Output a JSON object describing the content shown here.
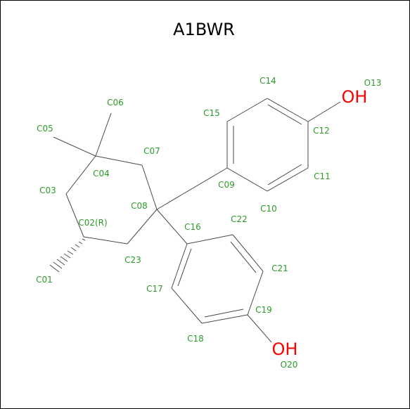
{
  "title": "A1BWR",
  "colors": {
    "carbon_label": "#2b9a2b",
    "hetero_label": "#ff0000",
    "bond": "#4a4a4a"
  },
  "atom_labels": {
    "C01": "C01",
    "C02": "C02(R)",
    "C03": "C03",
    "C04": "C04",
    "C05": "C05",
    "C06": "C06",
    "C07": "C07",
    "C08": "C08",
    "C09": "C09",
    "C10": "C10",
    "C11": "C11",
    "C12": "C12",
    "O13": "O13",
    "C14": "C14",
    "C15": "C15",
    "C16": "C16",
    "C17": "C17",
    "C18": "C18",
    "C19": "C19",
    "O20": "O20",
    "C21": "C21",
    "C22": "C22",
    "C23": "C23"
  },
  "hydroxyl_labels": {
    "O13": "OH",
    "O20": "OH"
  }
}
